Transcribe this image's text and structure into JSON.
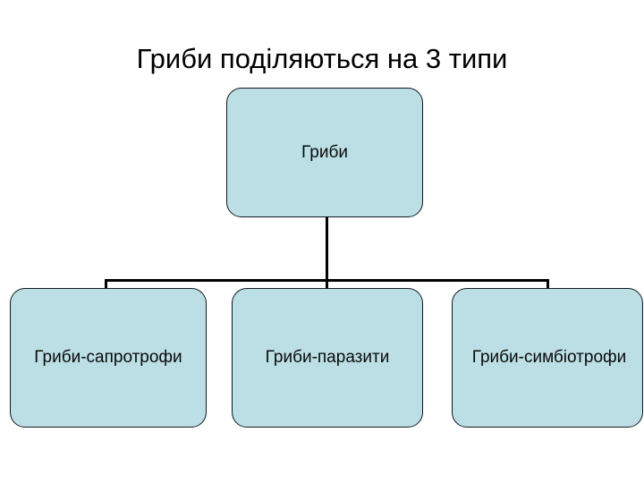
{
  "slide": {
    "title": "Гриби поділяються на 3 типи",
    "background_color": "#ffffff",
    "text_color": "#000000"
  },
  "diagram": {
    "type": "hierarchy",
    "node_fill_color": "#bcdfe5",
    "node_border_color": "#101820",
    "connector_color": "#000000",
    "root": {
      "label": "Гриби"
    },
    "children": [
      {
        "label": "Гриби-сапротрофи"
      },
      {
        "label": "Гриби-паразити"
      },
      {
        "label": "Гриби-симбіотрофи"
      }
    ]
  }
}
